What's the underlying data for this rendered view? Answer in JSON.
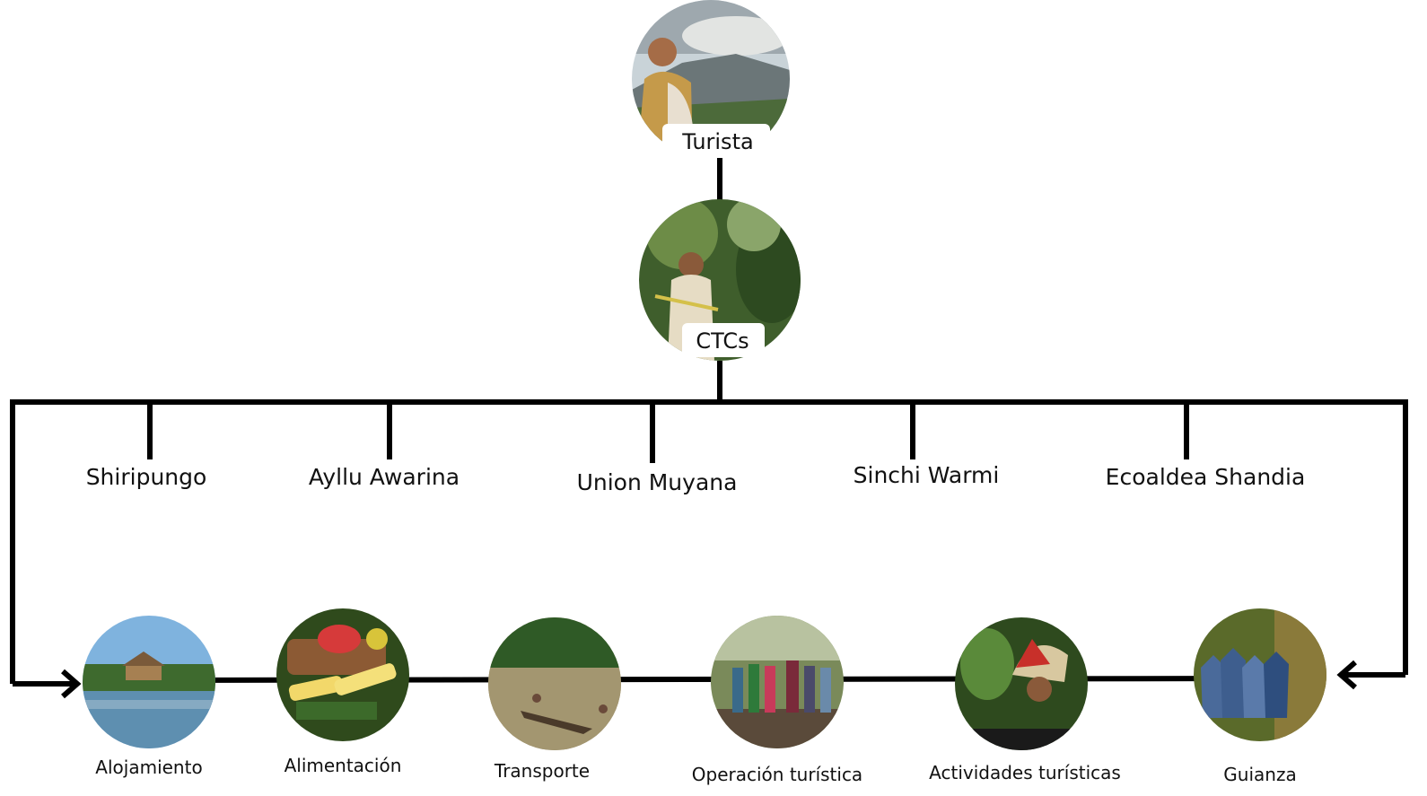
{
  "top": {
    "tourist_label": "Turista",
    "ctc_label": "CTCs"
  },
  "communities": [
    {
      "label": "Shiripungo"
    },
    {
      "label": "Ayllu Awarina"
    },
    {
      "label": "Union Muyana"
    },
    {
      "label": "Sinchi Warmi"
    },
    {
      "label": "Ecoaldea Shandia"
    }
  ],
  "services": [
    {
      "label": "Alojamiento",
      "icon": "lodge-photo"
    },
    {
      "label": "Alimentación",
      "icon": "food-photo"
    },
    {
      "label": "Transporte",
      "icon": "canoe-photo"
    },
    {
      "label": "Operación turística",
      "icon": "group-photo"
    },
    {
      "label": "Actividades turísticas",
      "icon": "headdress-photo"
    },
    {
      "label": "Guianza",
      "icon": "guides-photo"
    }
  ]
}
